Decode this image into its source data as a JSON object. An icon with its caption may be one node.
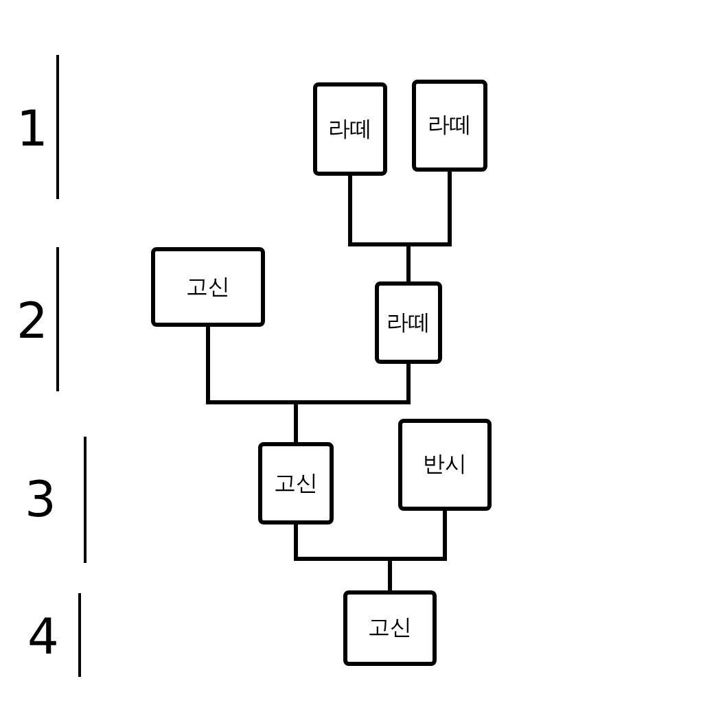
{
  "diagram": {
    "nodes": [
      {
        "text": [
          "라떼"
        ]
      },
      {
        "text": [
          "라떼"
        ]
      },
      {
        "text": [
          "고신"
        ]
      },
      {
        "text": [
          "라떼"
        ]
      },
      {
        "text": [
          "고신"
        ]
      },
      {
        "text": [
          "반시"
        ]
      },
      {
        "text": [
          "고신"
        ]
      }
    ],
    "edges": [
      {
        "from": 0,
        "to": 3,
        "arrow": "none"
      },
      {
        "from": 1,
        "to": 3,
        "arrow": "none"
      },
      {
        "from": 2,
        "to": 4,
        "arrow": "none"
      },
      {
        "from": 3,
        "to": 4,
        "arrow": "none"
      },
      {
        "from": 4,
        "to": 6,
        "arrow": "none"
      },
      {
        "from": 5,
        "to": 6,
        "arrow": "none"
      }
    ],
    "labels": [
      "1",
      "2",
      "3",
      "4"
    ]
  }
}
